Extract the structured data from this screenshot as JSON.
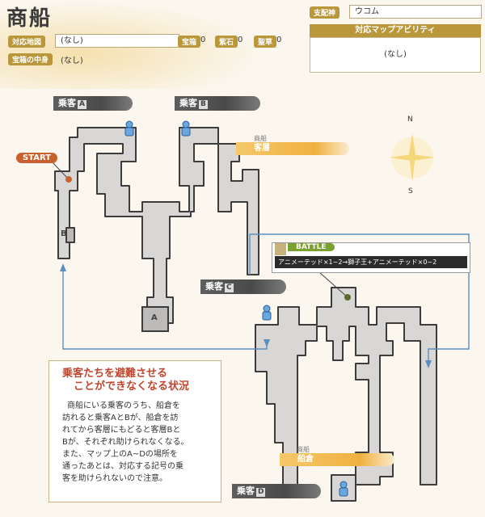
{
  "header": {
    "title": "商船",
    "region_label": "対応地図",
    "region_value": "(なし)",
    "treasure_label": "宝箱",
    "treasure_count": "0",
    "orb_label": "紫石",
    "orb_count": "0",
    "item_label": "聖草",
    "item_count": "0",
    "contents_label": "宝箱の中身",
    "contents_value": "(なし)",
    "ruler_label": "支配神",
    "ruler_value": "ウコム",
    "ability_label": "対応マップアビリティ",
    "ability_value": "(なし)"
  },
  "compass": {
    "north": "N",
    "south": "S"
  },
  "passengers": [
    {
      "label": "乗客",
      "mark": "A"
    },
    {
      "label": "乗客",
      "mark": "B"
    },
    {
      "label": "乗客",
      "mark": "C"
    },
    {
      "label": "乗客",
      "mark": "D"
    }
  ],
  "rooms": {
    "cabin_sub": "商船",
    "cabin": "客層",
    "hold_sub": "商船",
    "hold": "船倉"
  },
  "start_label": "START",
  "markers": {
    "a": "A",
    "b": "B"
  },
  "battle": {
    "tag": "BATTLE",
    "enemies": "アニメーテッド×1~2→獅子王+アニメーテッド×0~2"
  },
  "note": {
    "heading_line1": "乗客たちを避難させる",
    "heading_line2": "ことができなくなる状況",
    "body": [
      "商船にいる乗客のうち、船倉を",
      "訪れると乗客AとBが、船倉を訪",
      "れてから客層にもどると客層Bと",
      "Bが、それぞれ助けられなくなる。",
      "また、マップ上のA~Dの場所を",
      "通ったあとは、対応する記号の乗",
      "客を助けられないので注意。"
    ]
  },
  "colors": {
    "gold": "#b9973a",
    "path": "#5b8fc0",
    "corridor": "#d9d7d6",
    "wall": "#3c3c3c"
  }
}
